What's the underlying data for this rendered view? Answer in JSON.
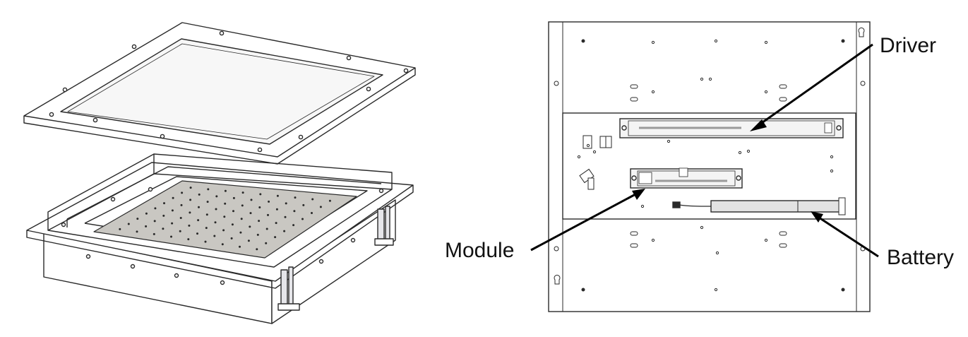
{
  "callouts": {
    "driver": "Driver",
    "module": "Module",
    "battery": "Battery"
  },
  "colors": {
    "line": "#2a2a2a",
    "tray": "#c9c7c2",
    "lens": "#f7f7f7"
  }
}
